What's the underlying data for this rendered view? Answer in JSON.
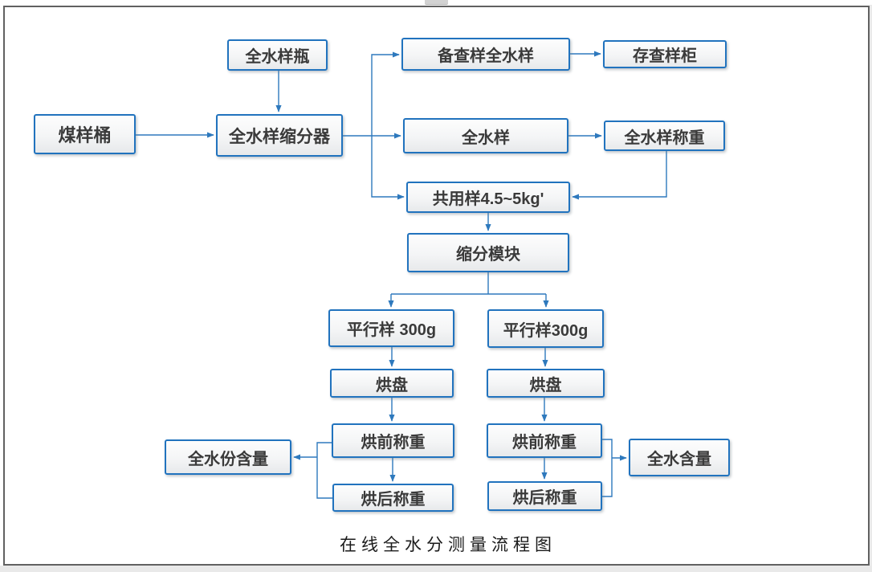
{
  "chrome": {
    "top_thumb_icon": "scrollbar-thumb"
  },
  "diagram": {
    "caption": "在线全水分测量流程图",
    "colors": {
      "box_border": "#2173BE",
      "box_fill_top": "#fdfdfd",
      "box_fill_bottom": "#e7e9eb",
      "connector": "#2E79BD",
      "frame": "#616161",
      "text": "#3a3a3a"
    },
    "nodes": [
      {
        "id": "coal-sample-bucket",
        "label": "煤样桶"
      },
      {
        "id": "moisture-sample-bottle",
        "label": "全水样瓶"
      },
      {
        "id": "moisture-sample-divider",
        "label": "全水样缩分器"
      },
      {
        "id": "backup-moisture-sample",
        "label": "备查样全水样"
      },
      {
        "id": "storage-sample-cabinet",
        "label": "存查样柜"
      },
      {
        "id": "full-moisture-sample",
        "label": "全水样"
      },
      {
        "id": "moisture-sample-weighing",
        "label": "全水样称重"
      },
      {
        "id": "shared-sample",
        "label": "共用样4.5~5kg'"
      },
      {
        "id": "division-module",
        "label": "缩分模块"
      },
      {
        "id": "parallel-sample-left",
        "label": "平行样 300g"
      },
      {
        "id": "parallel-sample-right",
        "label": "平行样300g"
      },
      {
        "id": "drying-tray-left",
        "label": "烘盘"
      },
      {
        "id": "drying-tray-right",
        "label": "烘盘"
      },
      {
        "id": "pre-drying-weighing-left",
        "label": "烘前称重"
      },
      {
        "id": "pre-drying-weighing-right",
        "label": "烘前称重"
      },
      {
        "id": "post-drying-weighing-left",
        "label": "烘后称重"
      },
      {
        "id": "post-drying-weighing-right",
        "label": "烘后称重"
      },
      {
        "id": "total-moisture-content-left",
        "label": "全水份含量"
      },
      {
        "id": "total-moisture-content-right",
        "label": "全水含量"
      }
    ],
    "edges": [
      {
        "from": "coal-sample-bucket",
        "to": "moisture-sample-divider"
      },
      {
        "from": "moisture-sample-bottle",
        "to": "moisture-sample-divider"
      },
      {
        "from": "moisture-sample-divider",
        "to": "backup-moisture-sample"
      },
      {
        "from": "moisture-sample-divider",
        "to": "full-moisture-sample"
      },
      {
        "from": "moisture-sample-divider",
        "to": "shared-sample"
      },
      {
        "from": "backup-moisture-sample",
        "to": "storage-sample-cabinet"
      },
      {
        "from": "full-moisture-sample",
        "to": "moisture-sample-weighing"
      },
      {
        "from": "moisture-sample-weighing",
        "to": "shared-sample"
      },
      {
        "from": "shared-sample",
        "to": "division-module"
      },
      {
        "from": "division-module",
        "to": "parallel-sample-left"
      },
      {
        "from": "division-module",
        "to": "parallel-sample-right"
      },
      {
        "from": "parallel-sample-left",
        "to": "drying-tray-left"
      },
      {
        "from": "parallel-sample-right",
        "to": "drying-tray-right"
      },
      {
        "from": "drying-tray-left",
        "to": "pre-drying-weighing-left"
      },
      {
        "from": "drying-tray-right",
        "to": "pre-drying-weighing-right"
      },
      {
        "from": "pre-drying-weighing-left",
        "to": "post-drying-weighing-left"
      },
      {
        "from": "pre-drying-weighing-right",
        "to": "post-drying-weighing-right"
      },
      {
        "from": "pre-drying-weighing-left",
        "to": "total-moisture-content-left"
      },
      {
        "from": "post-drying-weighing-left",
        "to": "total-moisture-content-left"
      },
      {
        "from": "pre-drying-weighing-right",
        "to": "total-moisture-content-right"
      },
      {
        "from": "post-drying-weighing-right",
        "to": "total-moisture-content-right"
      }
    ]
  }
}
